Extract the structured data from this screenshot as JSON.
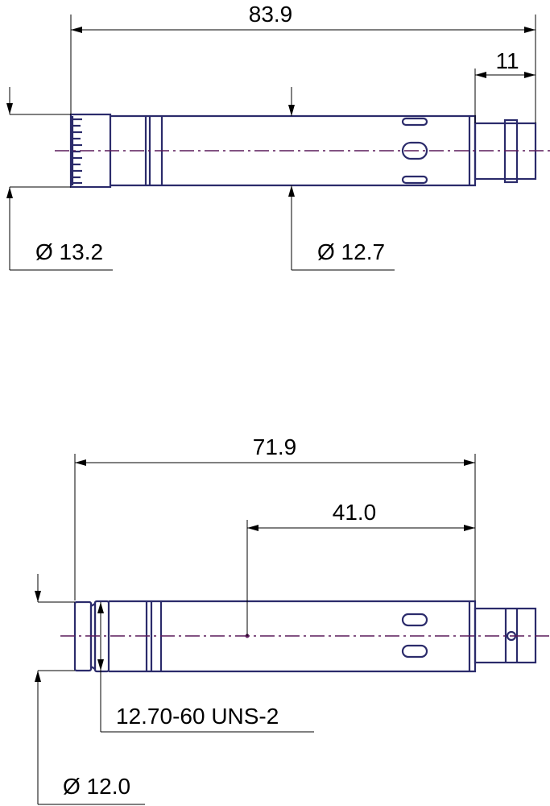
{
  "top_view": {
    "overall_length": "83.9",
    "connector_length": "11",
    "head_diameter": "Ø 13.2",
    "body_diameter": "Ø 12.7"
  },
  "bottom_view": {
    "overall_length": "71.9",
    "center_distance": "41.0",
    "thread_spec": "12.70-60 UNS-2",
    "head_diameter": "Ø 12.0"
  },
  "colors": {
    "outline": "#2b2b6b",
    "centerline": "#5a1a5a",
    "dimension": "#000000"
  }
}
